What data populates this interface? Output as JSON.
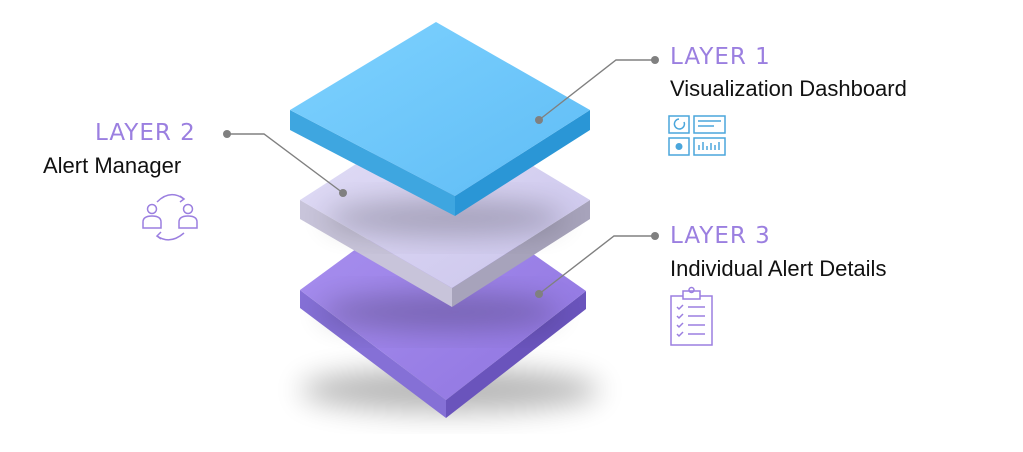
{
  "colors": {
    "accent": "#9b7fe0",
    "connector": "#808080",
    "layer1_top": "#6fc8fb",
    "layer1_side": "#2a96d6",
    "layer2_top": "#d6d1f0",
    "layer2_side": "#a7a3bb",
    "layer3_top": "#9d84e8",
    "layer3_side": "#6a54bc",
    "icon_blue": "#4aa6dc",
    "icon_purple": "#9b7fe0"
  },
  "layers": [
    {
      "id": "layer1",
      "title": "LAYER 1",
      "subtitle": "Visualization Dashboard",
      "icon": "dashboard-icon"
    },
    {
      "id": "layer2",
      "title": "LAYER 2",
      "subtitle": "Alert Manager",
      "icon": "users-exchange-icon"
    },
    {
      "id": "layer3",
      "title": "LAYER 3",
      "subtitle": "Individual Alert Details",
      "icon": "clipboard-checklist-icon"
    }
  ]
}
